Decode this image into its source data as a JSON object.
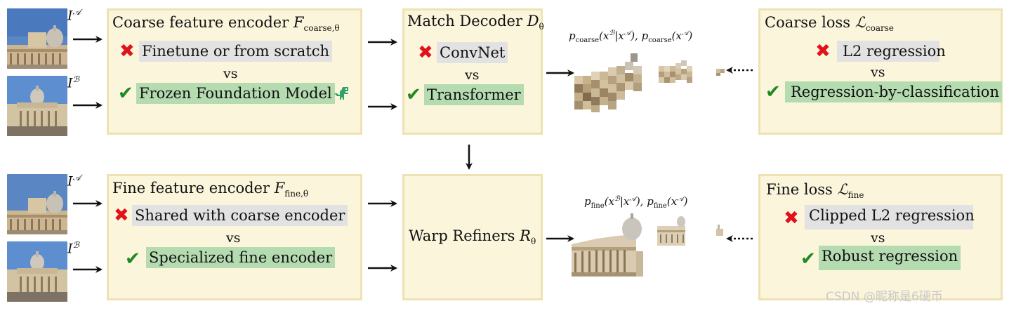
{
  "inputs": {
    "label_a": "I",
    "label_b": "I",
    "sup_a": "𝒜",
    "sup_b": "ℬ"
  },
  "coarse_encoder": {
    "title": "Coarse feature encoder ",
    "symbol": "F",
    "sub": "coarse,θ",
    "bad_option": "Finetune or from scratch",
    "vs": "vs",
    "good_option": "Frozen Foundation Model",
    "icon": "dinosaur-icon"
  },
  "match_decoder": {
    "title": "Match Decoder ",
    "symbol": "D",
    "sub": "θ",
    "bad_option": "ConvNet",
    "vs": "vs",
    "good_option": "Transformer"
  },
  "coarse_output": {
    "eq_part1": "p",
    "eq_sub1": "coarse",
    "eq_part2": "(x",
    "eq_sup2": "ℬ",
    "eq_part3": "|x",
    "eq_sup3": "𝒜",
    "eq_part4": "), p",
    "eq_sub4": "coarse",
    "eq_part5": "(x",
    "eq_sup5": "𝒜",
    "eq_part6": ")"
  },
  "coarse_loss": {
    "title": "Coarse loss ",
    "symbol": "ℒ",
    "sub": "coarse",
    "bad_option": "L2 regression",
    "vs": "vs",
    "good_option": "Regression-by-classification"
  },
  "fine_encoder": {
    "title": "Fine feature encoder ",
    "symbol": "F",
    "sub": "fine,θ",
    "bad_option": "Shared with coarse encoder",
    "vs": "vs",
    "good_option": "Specialized fine encoder"
  },
  "warp_refiners": {
    "title": "Warp Refiners ",
    "symbol": "R",
    "sub": "θ"
  },
  "fine_output": {
    "eq_part1": "p",
    "eq_sub1": "fine",
    "eq_part2": "(x",
    "eq_sup2": "ℬ",
    "eq_part3": "|x",
    "eq_sup3": "𝒜",
    "eq_part4": "), p",
    "eq_sub4": "fine",
    "eq_part5": "(x",
    "eq_sup5": "𝒜",
    "eq_part6": ")"
  },
  "fine_loss": {
    "title": "Fine loss ",
    "symbol": "ℒ",
    "sub": "fine",
    "bad_option": "Clipped L2 regression",
    "vs": "vs",
    "good_option": "Robust regression"
  },
  "marks": {
    "bad": "✖",
    "good": "✔"
  },
  "watermark": "CSDN @昵称是6硬币",
  "colors": {
    "box_fill": "#fbf5dc",
    "box_border": "#efe2b2",
    "bad_highlight": "#e2e2e2",
    "good_highlight": "#b5dbb0",
    "cross": "#e0121b",
    "check": "#1f8a1f"
  }
}
